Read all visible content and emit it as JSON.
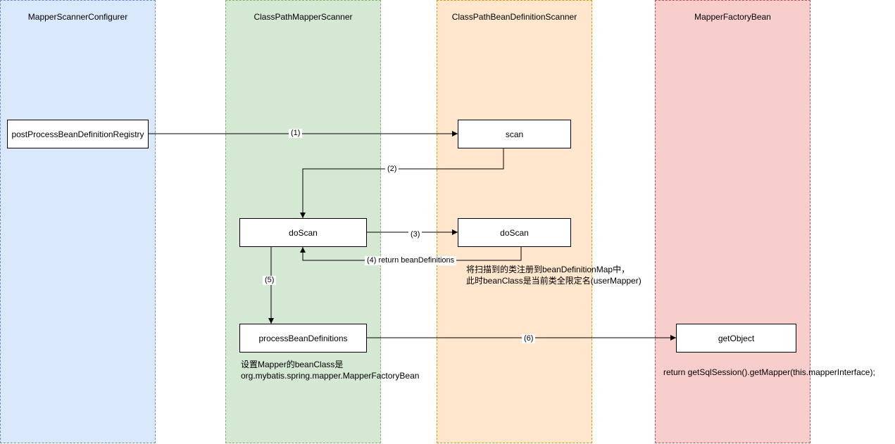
{
  "lanes": [
    {
      "title": "MapperScannerConfigurer",
      "fill": "#dae8fc",
      "stroke": "#6c8ebf"
    },
    {
      "title": "ClassPathMapperScanner",
      "fill": "#d5e8d4",
      "stroke": "#82b366"
    },
    {
      "title": "ClassPathBeanDefinitionScanner",
      "fill": "#ffe6cc",
      "stroke": "#d79b00"
    },
    {
      "title": "MapperFactoryBean",
      "fill": "#f8cecc",
      "stroke": "#b85450"
    }
  ],
  "nodes": {
    "post_process": "postProcessBeanDefinitionRegistry",
    "scan": "scan",
    "do_scan_mapper": "doScan",
    "do_scan_bean": "doScan",
    "process_bean_definitions": "processBeanDefinitions",
    "get_object": "getObject"
  },
  "edges": {
    "e1": "(1)",
    "e2": "(2)",
    "e3": "(3)",
    "e4": "(4)  return beanDefinitions",
    "e5": "(5)",
    "e6": "(6)"
  },
  "notes": {
    "register_line1": "将扫描到的类注册到beanDefinitionMap中，",
    "register_line2": "此时beanClass是当前类全限定名(userMapper)",
    "set_class_line1": "设置Mapper的beanClass是",
    "set_class_line2": "org.mybatis.spring.mapper.MapperFactoryBean",
    "return_mapper": "return getSqlSession().getMapper(this.mapperInterface);"
  }
}
